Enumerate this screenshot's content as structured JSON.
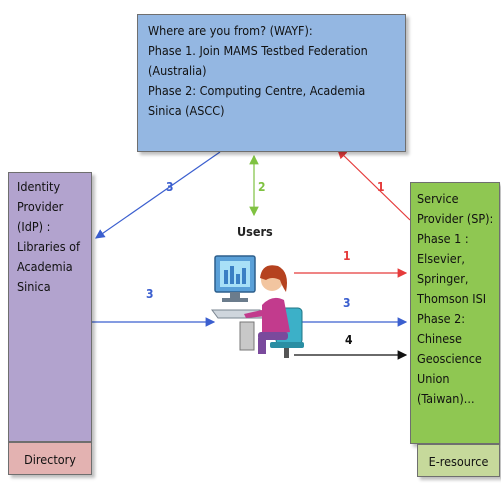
{
  "wayf": {
    "lines": [
      "Where are you from? (WAYF):",
      "Phase 1. Join MAMS Testbed Federation",
      "(Australia)",
      "Phase 2: Computing Centre, Academia",
      "Sinica (ASCC)"
    ]
  },
  "idp": {
    "lines": [
      "Identity",
      "Provider",
      "(IdP) :",
      "Libraries of",
      "Academia",
      "Sinica"
    ],
    "footer": "Directory"
  },
  "sp": {
    "lines": [
      "Service",
      "Provider (SP):",
      "Phase 1 :",
      "Elsevier,",
      "Springer,",
      "Thomson ISI",
      "Phase 2:",
      "Chinese",
      "Geoscience",
      "Union",
      "(Taiwan)..."
    ],
    "footer": "E-resource"
  },
  "users": {
    "label": "Users"
  },
  "arrows": {
    "sp_to_wayf": "1",
    "wayf_users": "2",
    "wayf_to_idp": "3",
    "users_to_sp_top": "1",
    "idp_to_users": "3",
    "users_to_sp_mid": "3",
    "users_to_sp_bottom": "4"
  },
  "colors": {
    "blue": "#3b5fcf",
    "red": "#e53b3b",
    "green": "#7fc241",
    "black": "#111111"
  }
}
